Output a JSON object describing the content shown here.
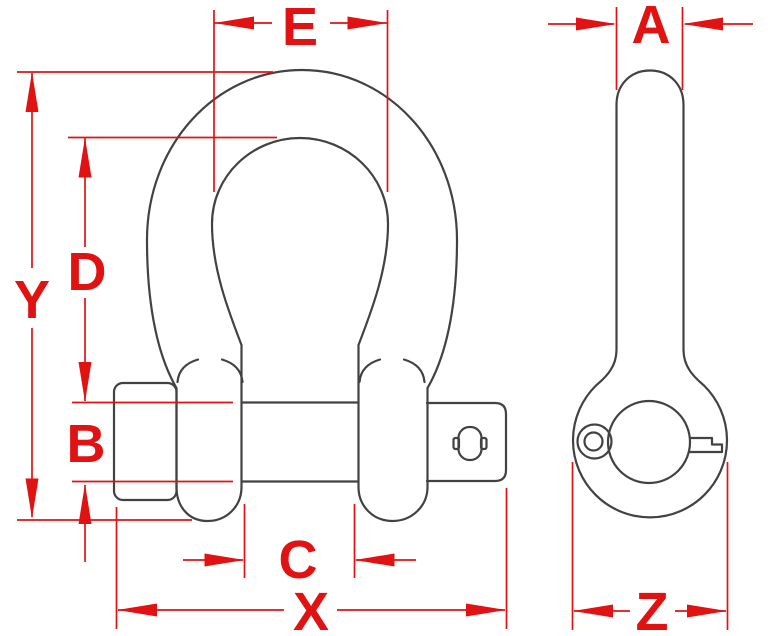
{
  "drawing": {
    "type": "technical-dimension-diagram",
    "subject": "bow-shackle-with-screw-pin",
    "views": [
      "front-view",
      "pin-side-view"
    ]
  },
  "colors": {
    "dimension_red": "#e11212",
    "outline_gray": "#424242",
    "background": "#ffffff"
  },
  "dimensions": {
    "E": {
      "label": "E"
    },
    "A": {
      "label": "A"
    },
    "Y": {
      "label": "Y"
    },
    "D": {
      "label": "D"
    },
    "B": {
      "label": "B"
    },
    "C": {
      "label": "C"
    },
    "X": {
      "label": "X"
    },
    "Z": {
      "label": "Z"
    }
  }
}
